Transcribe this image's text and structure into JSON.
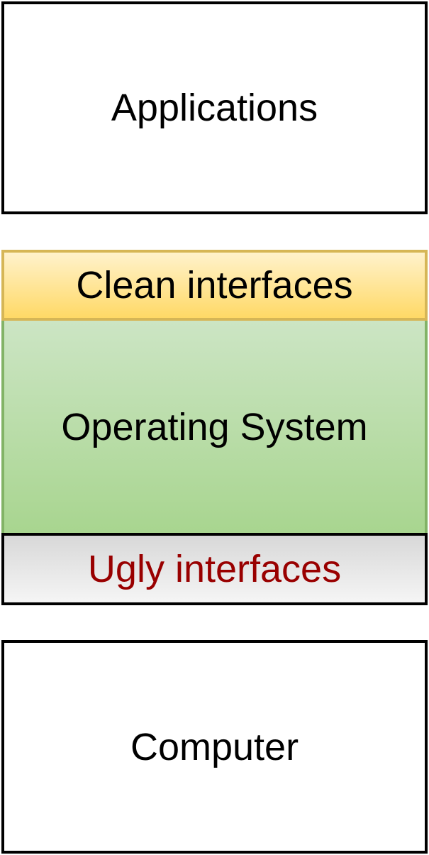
{
  "layers": {
    "applications": {
      "label": "Applications"
    },
    "clean_interfaces": {
      "label": "Clean interfaces"
    },
    "operating_system": {
      "label": "Operating System"
    },
    "ugly_interfaces": {
      "label": "Ugly interfaces",
      "text_color": "#990000"
    },
    "computer": {
      "label": "Computer"
    }
  },
  "colors": {
    "clean_fill_top": "#fff2cc",
    "clean_fill_bottom": "#ffd966",
    "clean_border": "#d6b656",
    "os_fill_top": "#cce5c4",
    "os_fill_bottom": "#a8d58f",
    "os_border": "#82b366",
    "ugly_fill_top": "#d8d8d8",
    "ugly_fill_bottom": "#f5f5f5",
    "default_border": "#000000"
  }
}
